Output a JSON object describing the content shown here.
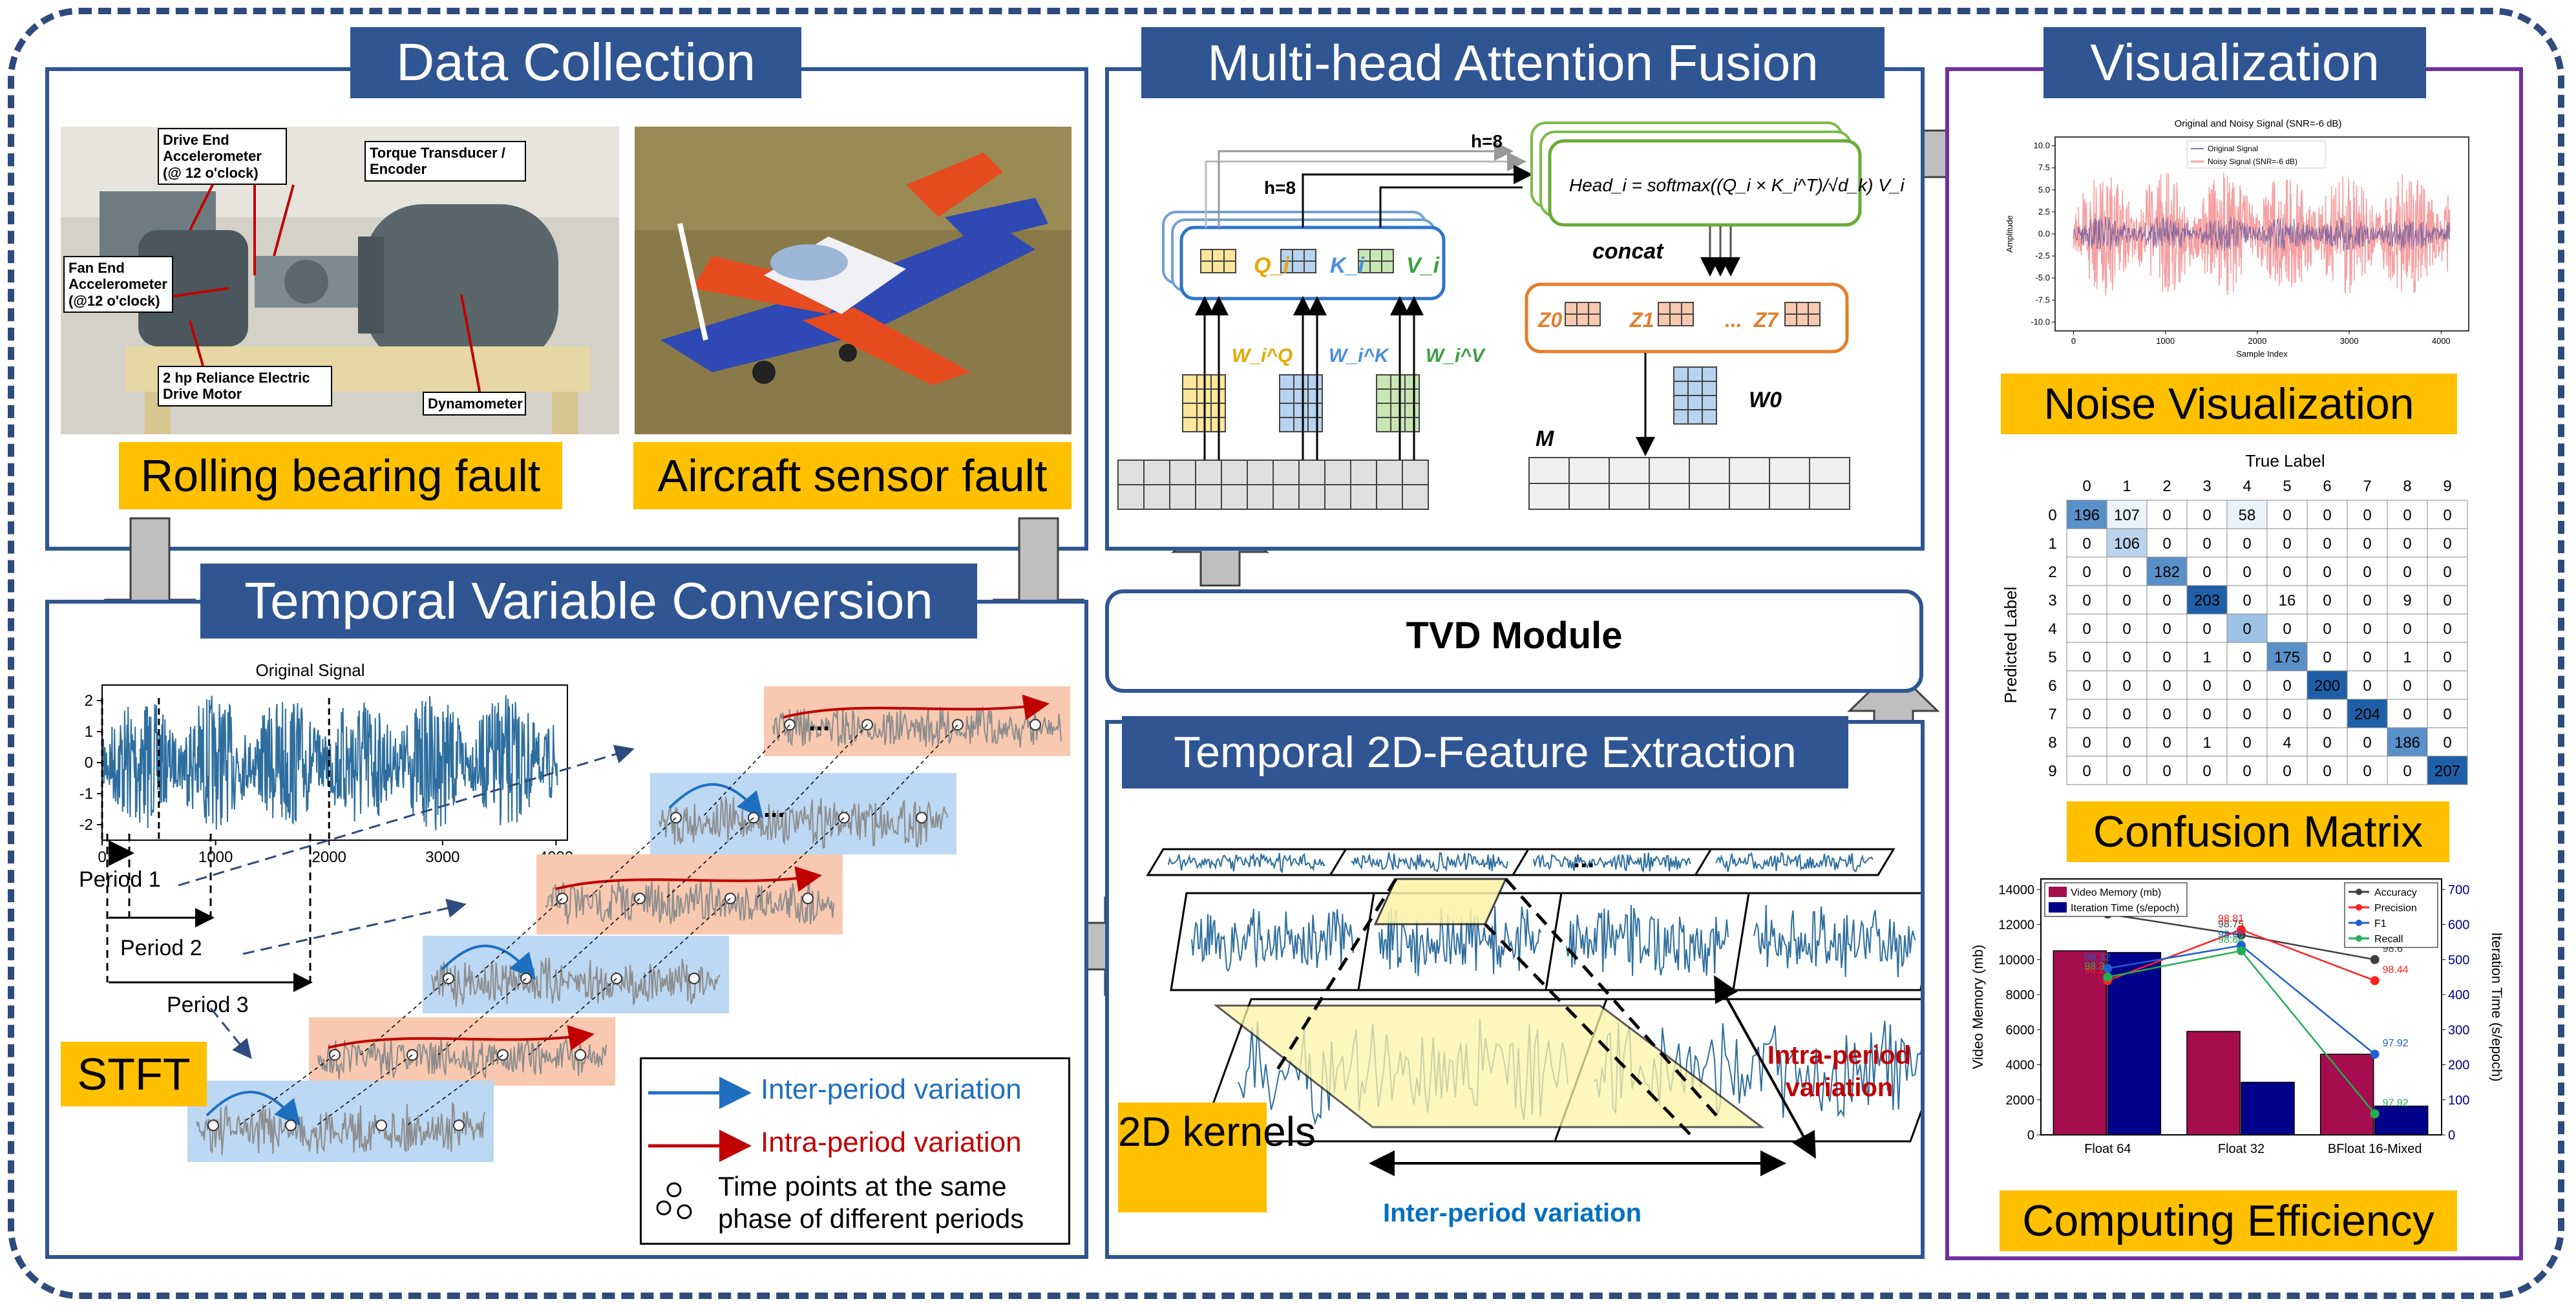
{
  "sections": {
    "data_collection": "Data Collection",
    "multihead": "Multi-head Attention Fusion",
    "visualization": "Visualization",
    "temporal_conversion": "Temporal Variable Conversion",
    "tvd": "TVD Module",
    "feature_extraction": "Temporal 2D-Feature Extraction"
  },
  "data_collection": {
    "bearing_label": "Rolling bearing fault",
    "aircraft_label": "Aircraft sensor fault",
    "photo_labels": {
      "drive_end": "Drive End Accelerometer (@ 12 o'clock)",
      "torque": "Torque Transducer / Encoder",
      "fan_end": "Fan End Accelerometer (@12 o'clock)",
      "motor": "2 hp Reliance Electric Drive Motor",
      "dyno": "Dynamometer"
    }
  },
  "conversion": {
    "chart_title": "Original Signal",
    "period1": "Period 1",
    "period2": "Period 2",
    "period3": "Period 3",
    "stft": "STFT",
    "legend_inter": "Inter-period variation",
    "legend_intra": "Intra-period variation",
    "legend_points": "Time points at the same phase of different periods",
    "ellipsis": "..."
  },
  "attention": {
    "h_label": "h=8",
    "q": "Q_i",
    "k": "K_i",
    "v": "V_i",
    "wq": "W_i^Q",
    "wk": "W_i^K",
    "wv": "W_i^V",
    "formula": "Head_i = softmax((Q_i × K_i^T)/√d_k) V_i",
    "concat": "concat",
    "z_labels": [
      "Z0",
      "Z1",
      "...",
      "Z7"
    ],
    "w0": "W0",
    "m": "M"
  },
  "extraction": {
    "kernels": "2D kernels",
    "intra": "Intra-period variation",
    "inter": "Inter-period variation",
    "ellipsis": "..."
  },
  "visualization": {
    "noise_label": "Noise Visualization",
    "confusion_label": "Confusion Matrix",
    "efficiency_label": "Computing Efficiency"
  },
  "colors": {
    "navy": "#2f5592",
    "yellow": "#ffc000",
    "purple": "#7030a0",
    "signal": "#2e6e9e",
    "red": "#c00000",
    "blue": "#0070c0"
  },
  "chart_data": [
    {
      "type": "line",
      "title": "Original Signal",
      "x_ticks": [
        0,
        1000,
        2000,
        3000,
        4000
      ],
      "y_ticks": [
        -2,
        -1,
        0,
        1,
        2
      ],
      "xlim": [
        0,
        4100
      ],
      "ylim": [
        -2.5,
        2.5
      ],
      "period_marks": [
        0,
        500,
        2000
      ]
    },
    {
      "type": "line",
      "title": "Original and Noisy Signal (SNR=-6 dB)",
      "xlabel": "Sample Index",
      "ylabel": "Amplitude",
      "x_ticks": [
        0,
        1000,
        2000,
        3000,
        4000
      ],
      "y_ticks": [
        10.0,
        7.5,
        5.0,
        2.5,
        0.0,
        -2.5,
        -5.0,
        -7.5,
        -10.0
      ],
      "ylim": [
        -10,
        10
      ],
      "series": [
        {
          "name": "Original Signal"
        },
        {
          "name": "Noisy Signal (SNR=-6 dB)"
        }
      ]
    },
    {
      "type": "heatmap",
      "xlabel": "True Label",
      "ylabel": "Predicted Label",
      "labels": [
        0,
        1,
        2,
        3,
        4,
        5,
        6,
        7,
        8,
        9
      ],
      "matrix": [
        [
          196,
          107,
          0,
          0,
          58,
          0,
          0,
          0,
          0,
          0
        ],
        [
          0,
          106,
          0,
          0,
          0,
          0,
          0,
          0,
          0,
          0
        ],
        [
          0,
          0,
          182,
          0,
          0,
          0,
          0,
          0,
          0,
          0
        ],
        [
          0,
          0,
          0,
          203,
          0,
          16,
          0,
          0,
          9,
          0
        ],
        [
          0,
          0,
          0,
          0,
          0,
          0,
          0,
          0,
          0,
          0
        ],
        [
          0,
          0,
          0,
          1,
          0,
          175,
          0,
          0,
          1,
          0
        ],
        [
          0,
          0,
          0,
          0,
          0,
          0,
          200,
          0,
          0,
          0
        ],
        [
          0,
          0,
          0,
          0,
          0,
          0,
          0,
          204,
          0,
          0
        ],
        [
          0,
          0,
          0,
          1,
          0,
          4,
          0,
          0,
          186,
          0
        ],
        [
          0,
          0,
          0,
          0,
          0,
          0,
          0,
          0,
          0,
          207
        ]
      ]
    },
    {
      "type": "bar",
      "categories": [
        "Float 64",
        "Float 32",
        "BFloat 16-Mixed"
      ],
      "ylabel": "Video Memory (mb)",
      "y2label": "Iteration Time (s/epoch)",
      "y_ticks": [
        0,
        2000,
        4000,
        6000,
        8000,
        10000,
        12000,
        14000
      ],
      "y2_ticks": [
        0,
        100,
        200,
        300,
        400,
        500,
        600,
        700
      ],
      "ylim": [
        0,
        14600
      ],
      "y2lim": [
        0,
        730
      ],
      "series": [
        {
          "name": "Video Memory (mb)",
          "color": "#a50d4f",
          "values": [
            10500,
            5900,
            4600
          ]
        },
        {
          "name": "Iteration Time (s/epoch)",
          "color": "#00008b",
          "values": [
            520,
            150,
            82
          ]
        }
      ],
      "lines": [
        {
          "name": "Accuracy",
          "color": "#404040",
          "values": [
            98.92,
            98.75,
            98.6
          ],
          "positions": [
            12600,
            11400,
            10000
          ]
        },
        {
          "name": "Precision",
          "color": "#ff2020",
          "values": [
            98.2,
            98.81,
            98.44
          ],
          "positions": [
            8800,
            11700,
            8800
          ]
        },
        {
          "name": "F1",
          "color": "#1f5fd0",
          "values": [
            98.32,
            98.66,
            97.92
          ],
          "positions": [
            9500,
            10800,
            4600
          ]
        },
        {
          "name": "Recall",
          "color": "#20b050",
          "values": [
            98.3,
            98.64,
            97.92
          ],
          "positions": [
            9000,
            10500,
            1200
          ]
        }
      ]
    }
  ]
}
